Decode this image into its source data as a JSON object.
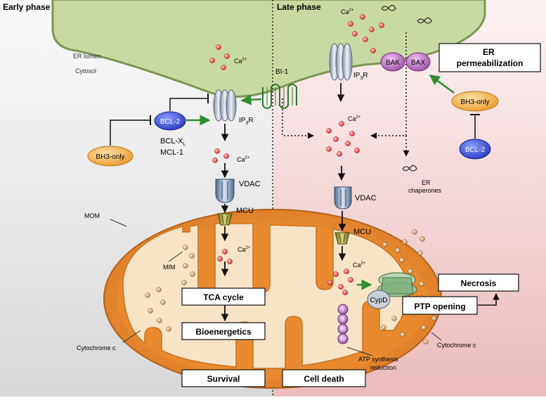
{
  "phases": {
    "early": "Early phase",
    "late": "Late phase"
  },
  "compartments": {
    "er_lumen": "ER lumen",
    "cytosol": "Cytosol"
  },
  "ions": {
    "ca": "Ca",
    "ca_charge": "2+"
  },
  "proteins": {
    "ip3r": "IP",
    "ip3r_sub": "3",
    "ip3r_tail": "R",
    "bi1": "BI-1",
    "bcl2": "BCL-2",
    "bclxl": "BCL-X",
    "bclxl_sub": "L",
    "mcl1": "MCL-1",
    "bh3_only": "BH3-only",
    "bak": "BAK",
    "bax": "BAX",
    "vdac": "VDAC",
    "mcu": "MCU",
    "cypd": "CypD",
    "complexes": [
      "I",
      "II",
      "III",
      "IV"
    ]
  },
  "labels": {
    "er_chaperones": "ER\nchaperones",
    "mom": "MOM",
    "mim": "MIM",
    "cytochrome_c": "Cytochrome c",
    "atp_synthesis": "ATP synthesis\nreduction"
  },
  "boxes": {
    "er_permeabilization": "ER\npermeabilization",
    "tca_cycle": "TCA cycle",
    "bioenergetics": "Bioenergetics",
    "survival": "Survival",
    "cell_death": "Cell death",
    "ptp_opening": "PTP opening",
    "necrosis": "Necrosis"
  },
  "colors": {
    "er_fill": "#c8d9a2",
    "mito_outer": "#e58a2e",
    "mito_matrix": "#f7e3c6",
    "bcl2_blue": "#3a4fd6",
    "bh3_orange": "#f4b04a",
    "bak_bax_purple": "#b46ab8",
    "calcium_red": "#e23a3a",
    "activation_green": "#2d8f2d"
  }
}
